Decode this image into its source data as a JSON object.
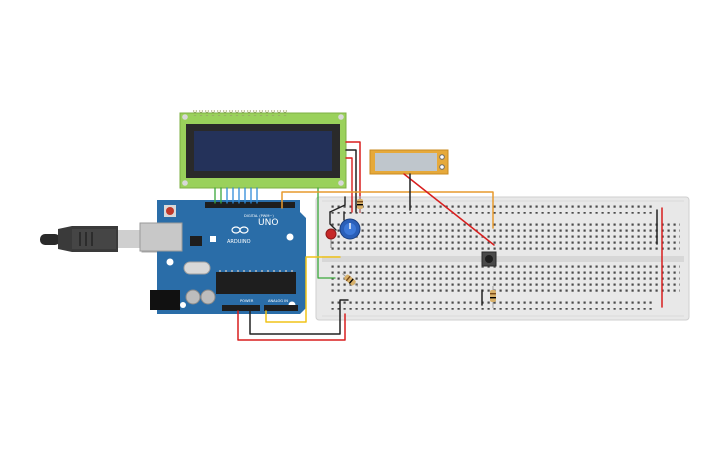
{
  "arduino": {
    "brand": "UNO",
    "logo_text": "ARDUINO",
    "digital_header": "DIGITAL (PWM~)",
    "power_header": "POWER",
    "analog_header": "ANALOG IN",
    "board_color": "#2a6da8",
    "chip_color": "#1e1e1e"
  },
  "lcd": {
    "pcb_color": "#9ad15b",
    "screen_color": "#24325a"
  },
  "colors": {
    "wire_red": "#d81e1e",
    "wire_black": "#222222",
    "wire_orange": "#e79a2d",
    "wire_yellow": "#f0c419",
    "wire_green": "#3aa83a",
    "wire_blue": "#2e8ad8",
    "breadboard": "#e8e8e8",
    "potentiometer": "#2a5fb8",
    "led": "#c62828"
  },
  "icons": {
    "usb_cable": "usb-cable-icon",
    "pushbutton": "pushbutton-icon",
    "piezo": "piezo-sensor-icon"
  }
}
